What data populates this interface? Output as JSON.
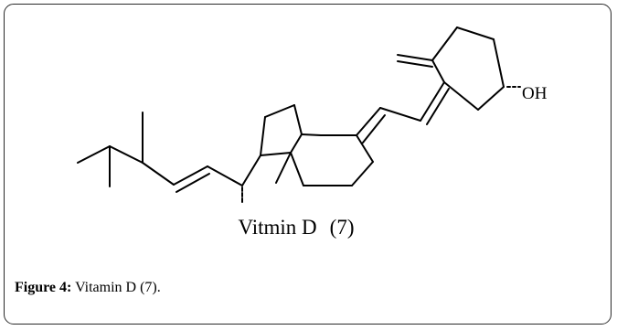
{
  "structure": {
    "atom_label_oh": "OH",
    "compound_name": "Vitmin D",
    "compound_number": "(7)"
  },
  "caption": {
    "label": "Figure 4:",
    "text": " Vitamin D (7)."
  }
}
